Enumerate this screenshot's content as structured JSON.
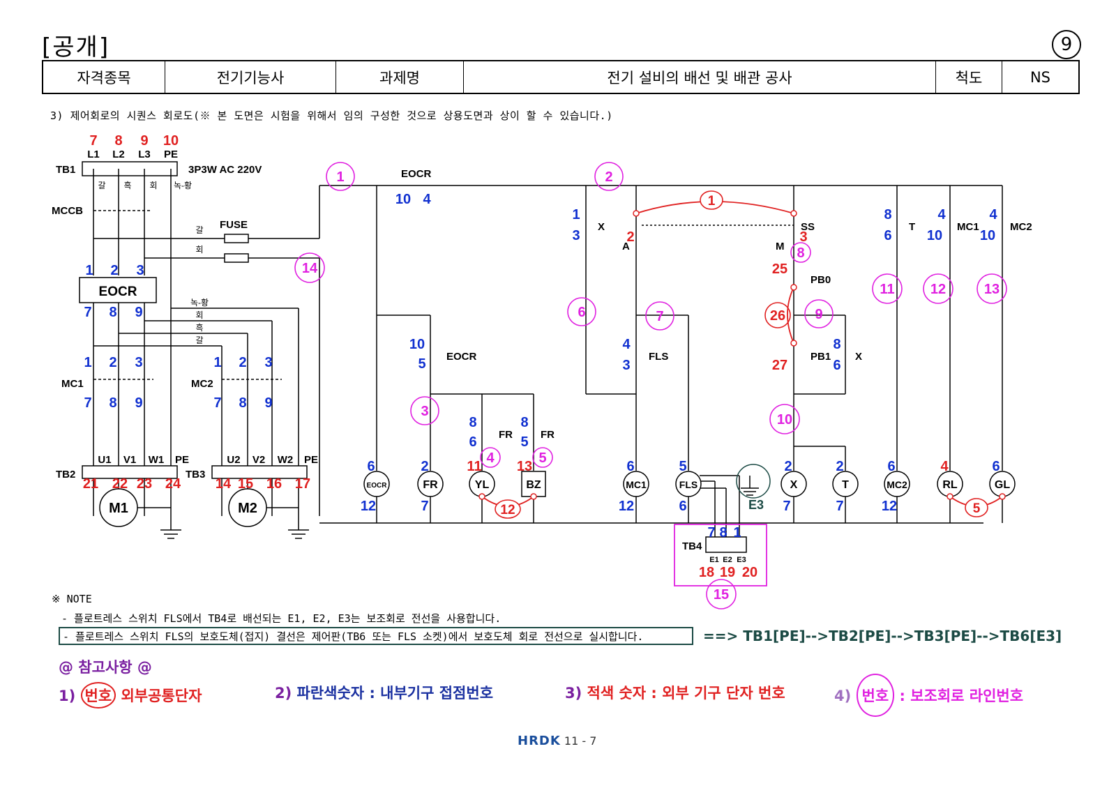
{
  "header": {
    "title": "[공개]",
    "page_number": "9"
  },
  "info_table": {
    "cells": [
      "자격종목",
      "전기기능사",
      "과제명",
      "전기 설비의 배선 및 배관 공사",
      "척도",
      "NS"
    ]
  },
  "subtitle": "3) 제어회로의 시퀀스 회로도(※ 본 도면은 시험을 위해서 임의 구성한 것으로 상용도면과 상이 할 수 있습니다.)",
  "diagram": {
    "power_terms": [
      "7",
      "8",
      "9",
      "10"
    ],
    "phases": [
      "L1",
      "L2",
      "L3",
      "PE"
    ],
    "tb1": "TB1",
    "supply": "3P3W AC 220V",
    "wire_colors": [
      "갈",
      "흑",
      "회",
      "녹-황"
    ],
    "mccb": "MCCB",
    "fuse": "FUSE",
    "fuse_wire_top": "갈",
    "fuse_wire_bottom": "회",
    "eocr_main": "EOCR",
    "eocr_in": [
      "1",
      "2",
      "3"
    ],
    "eocr_out": [
      "7",
      "8",
      "9"
    ],
    "bus_colors": [
      "녹-황",
      "회",
      "흑",
      "갈"
    ],
    "mc1": "MC1",
    "mc2": "MC2",
    "mc_in": [
      "1",
      "2",
      "3"
    ],
    "mc_out": [
      "7",
      "8",
      "9"
    ],
    "tb2": "TB2",
    "tb3": "TB3",
    "tb2_labels": [
      "U1",
      "V1",
      "W1",
      "PE"
    ],
    "tb3_labels": [
      "U2",
      "V2",
      "W2",
      "PE"
    ],
    "tb2_nums": [
      "21",
      "22",
      "23",
      "24"
    ],
    "tb3_nums": [
      "14",
      "15",
      "16",
      "17"
    ],
    "m1": "M1",
    "m2": "M2",
    "ctl_eocr": "EOCR",
    "ctl_eocr_pins": [
      "10",
      "4"
    ],
    "eocr_aux": "EOCR",
    "eocr_aux_pins": [
      "10",
      "5"
    ],
    "fr": "FR",
    "fr_yl_pins": [
      "8",
      "6"
    ],
    "fr_bz_pins": [
      "8",
      "5"
    ],
    "x_contact": "X",
    "x_pins": [
      "1",
      "3"
    ],
    "a_label": "A",
    "ss": "SS",
    "ss_a_pin": "2",
    "ss_m_pin": "3",
    "m_label": "M",
    "pb0": "PB0",
    "pb0_pin": "25",
    "pb1": "PB1",
    "pb1_pin": "27",
    "x_holding_pins": [
      "8",
      "6"
    ],
    "fls": "FLS",
    "fls_pins": [
      "4",
      "3"
    ],
    "t": "T",
    "t_pins": [
      "8",
      "6"
    ],
    "mc1_aux_pins": [
      "4",
      "10"
    ],
    "mc2_aux_pins": [
      "4",
      "10"
    ],
    "loads": [
      "EOCR",
      "FR",
      "YL",
      "BZ",
      "MC1",
      "FLS",
      "X",
      "T",
      "MC2",
      "RL",
      "GL"
    ],
    "load_top_pins": [
      "6",
      "2",
      "11",
      "13",
      "6",
      "5",
      "2",
      "2",
      "6",
      "4",
      "6"
    ],
    "load_bot_pins": [
      "12",
      "7",
      "12",
      "6",
      "7",
      "7",
      "12"
    ],
    "e3": "E3",
    "tb4": "TB4",
    "tb4_pins": [
      "7",
      "8",
      "1"
    ],
    "tb4_terms": [
      "E1",
      "E2",
      "E3"
    ],
    "tb4_nums": [
      "18",
      "19",
      "20"
    ],
    "line_numbers": [
      "1",
      "2",
      "3",
      "6",
      "7",
      "8",
      "9",
      "10",
      "11",
      "12",
      "13",
      "14",
      "15",
      "26",
      "4",
      "5"
    ],
    "wire_numbers": [
      "1",
      "12",
      "5"
    ]
  },
  "notes": {
    "title": "※ NOTE",
    "line1": "- 플로트레스 스위치 FLS에서 TB4로 배선되는 E1, E2, E3는 보조회로 전선을 사용합니다.",
    "line2": "- 플로트레스 스위치 FLS의 보호도체(접지) 결선은 제어판(TB6 또는 FLS 소켓)에서 보호도체 회로 전선으로 실시합니다.",
    "arrow": "==> TB1[PE]-->TB2[PE]-->TB3[PE]-->TB6[E3]"
  },
  "reference": {
    "title": "@ 참고사항 @",
    "item1_num": "1)",
    "item1_circle": "번호",
    "item1_text": "외부공통단자",
    "item2_num": "2)",
    "item2_text": "파란색숫자 : 내부기구 접점번호",
    "item3_num": "3)",
    "item3_text": "적색 숫자 : 외부 기구 단자 번호",
    "item4_num": "4)",
    "item4_circle": "번호",
    "item4_text": ": 보조회로 라인번호"
  },
  "footer": {
    "logo": "HRDK",
    "page": "11 - 7"
  },
  "colors": {
    "red": "#e02020",
    "blue": "#1030d0",
    "magenta": "#e020e0",
    "purple": "#7a1fa0",
    "teal": "#1b4a44"
  }
}
